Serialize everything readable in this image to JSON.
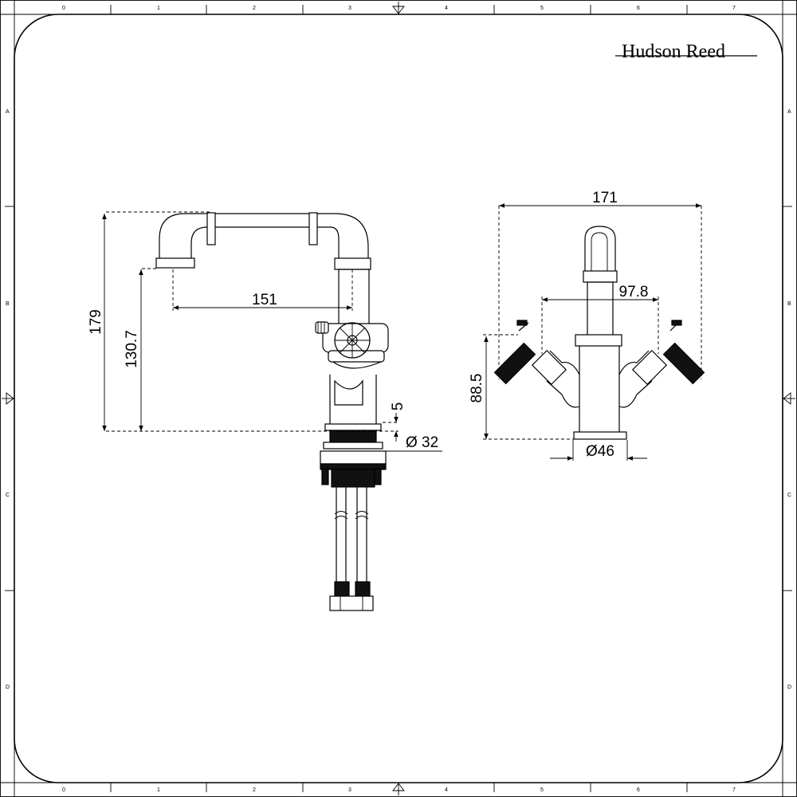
{
  "brand": {
    "name": "Hudson Reed"
  },
  "frame": {
    "columns": [
      "0",
      "1",
      "2",
      "3",
      "4",
      "5",
      "6",
      "7"
    ],
    "rows": [
      "A",
      "B",
      "C",
      "D"
    ]
  },
  "side_view": {
    "height_total": "179",
    "height_spout": "130.7",
    "spout_reach": "151",
    "nut_height": "5",
    "thread_diameter": "Ø 32"
  },
  "front_view": {
    "overall_width": "171",
    "handle_span": "97.8",
    "handle_height": "88.5",
    "base_diameter": "Ø46"
  }
}
